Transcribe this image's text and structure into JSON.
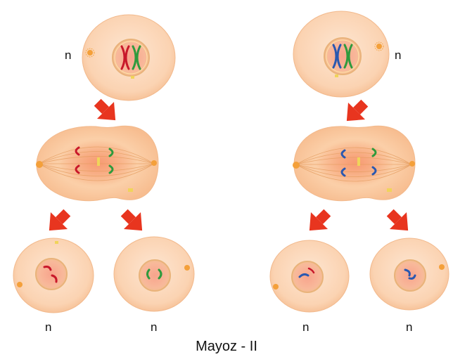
{
  "labels": {
    "top_left": "n",
    "top_right": "n",
    "bottom_1": "n",
    "bottom_2": "n",
    "bottom_3": "n",
    "bottom_4": "n"
  },
  "caption": "Mayoz - II",
  "colors": {
    "cell_fill": "#fbd3b2",
    "cell_edge": "#f2b98c",
    "nucleus_fill": "#f7a98c",
    "arrow": "#e8351f",
    "chromosome_red": "#c8182a",
    "chromosome_green": "#2f9a3d",
    "chromosome_blue": "#2a58b0"
  }
}
